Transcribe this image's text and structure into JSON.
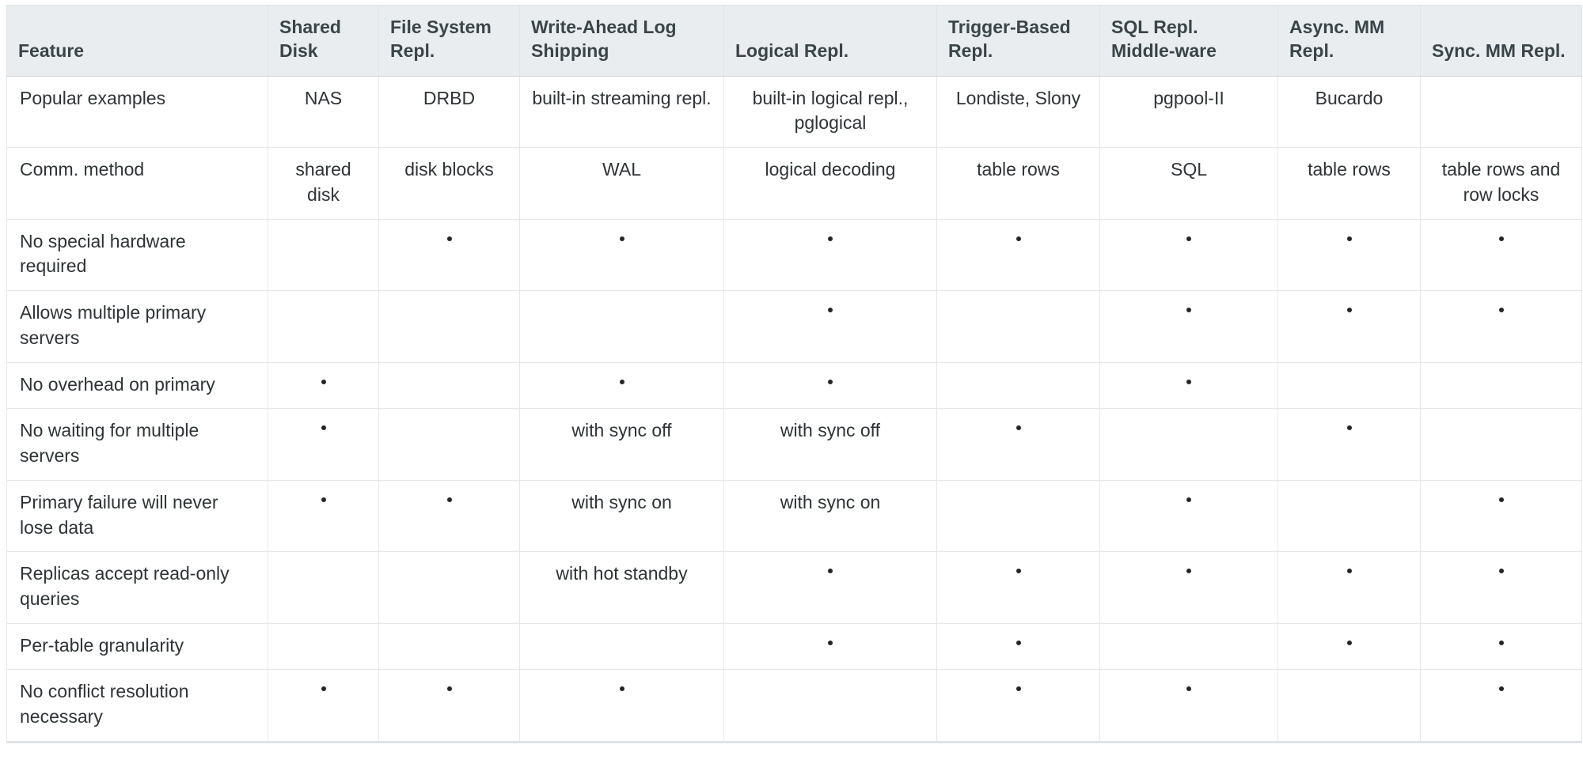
{
  "table": {
    "name": "postgresql-replication-feature-matrix",
    "header_bg": "#e9edf0",
    "border_color": "#e4e8ea",
    "text_color": "#2e3436",
    "dot_glyph": "bullet-dot",
    "columns": [
      {
        "key": "feature",
        "label": "Feature"
      },
      {
        "key": "shared",
        "label": "Shared Disk"
      },
      {
        "key": "fs",
        "label": "File System Repl."
      },
      {
        "key": "wal",
        "label": "Write-Ahead Log Shipping"
      },
      {
        "key": "logical",
        "label": "Logical Repl."
      },
      {
        "key": "trigger",
        "label": "Trigger-Based Repl."
      },
      {
        "key": "sql",
        "label": "SQL Repl. Middle-ware"
      },
      {
        "key": "async",
        "label": "Async. MM Repl."
      },
      {
        "key": "sync",
        "label": "Sync. MM Repl."
      }
    ],
    "rows": [
      {
        "feature": "Popular examples",
        "cells": [
          "NAS",
          "DRBD",
          "built-in streaming repl.",
          "built-in logical repl., pglogical",
          "Londiste, Slony",
          "pgpool-II",
          "Bucardo",
          ""
        ]
      },
      {
        "feature": "Comm. method",
        "cells": [
          "shared disk",
          "disk blocks",
          "WAL",
          "logical decoding",
          "table rows",
          "SQL",
          "table rows",
          "table rows and row locks"
        ]
      },
      {
        "feature": "No special hardware required",
        "cells": [
          "",
          "•",
          "•",
          "•",
          "•",
          "•",
          "•",
          "•"
        ]
      },
      {
        "feature": "Allows multiple primary servers",
        "cells": [
          "",
          "",
          "",
          "•",
          "",
          "•",
          "•",
          "•"
        ]
      },
      {
        "feature": "No overhead on primary",
        "cells": [
          "•",
          "",
          "•",
          "•",
          "",
          "•",
          "",
          ""
        ]
      },
      {
        "feature": "No waiting for multiple servers",
        "cells": [
          "•",
          "",
          "with sync off",
          "with sync off",
          "•",
          "",
          "•",
          ""
        ]
      },
      {
        "feature": "Primary failure will never lose data",
        "cells": [
          "•",
          "•",
          "with sync on",
          "with sync on",
          "",
          "•",
          "",
          "•"
        ]
      },
      {
        "feature": "Replicas accept read-only queries",
        "cells": [
          "",
          "",
          "with hot standby",
          "•",
          "•",
          "•",
          "•",
          "•"
        ]
      },
      {
        "feature": "Per-table granularity",
        "cells": [
          "",
          "",
          "",
          "•",
          "•",
          "",
          "•",
          "•"
        ]
      },
      {
        "feature": "No conflict resolution necessary",
        "cells": [
          "•",
          "•",
          "•",
          "",
          "•",
          "•",
          "",
          "•"
        ]
      }
    ]
  }
}
